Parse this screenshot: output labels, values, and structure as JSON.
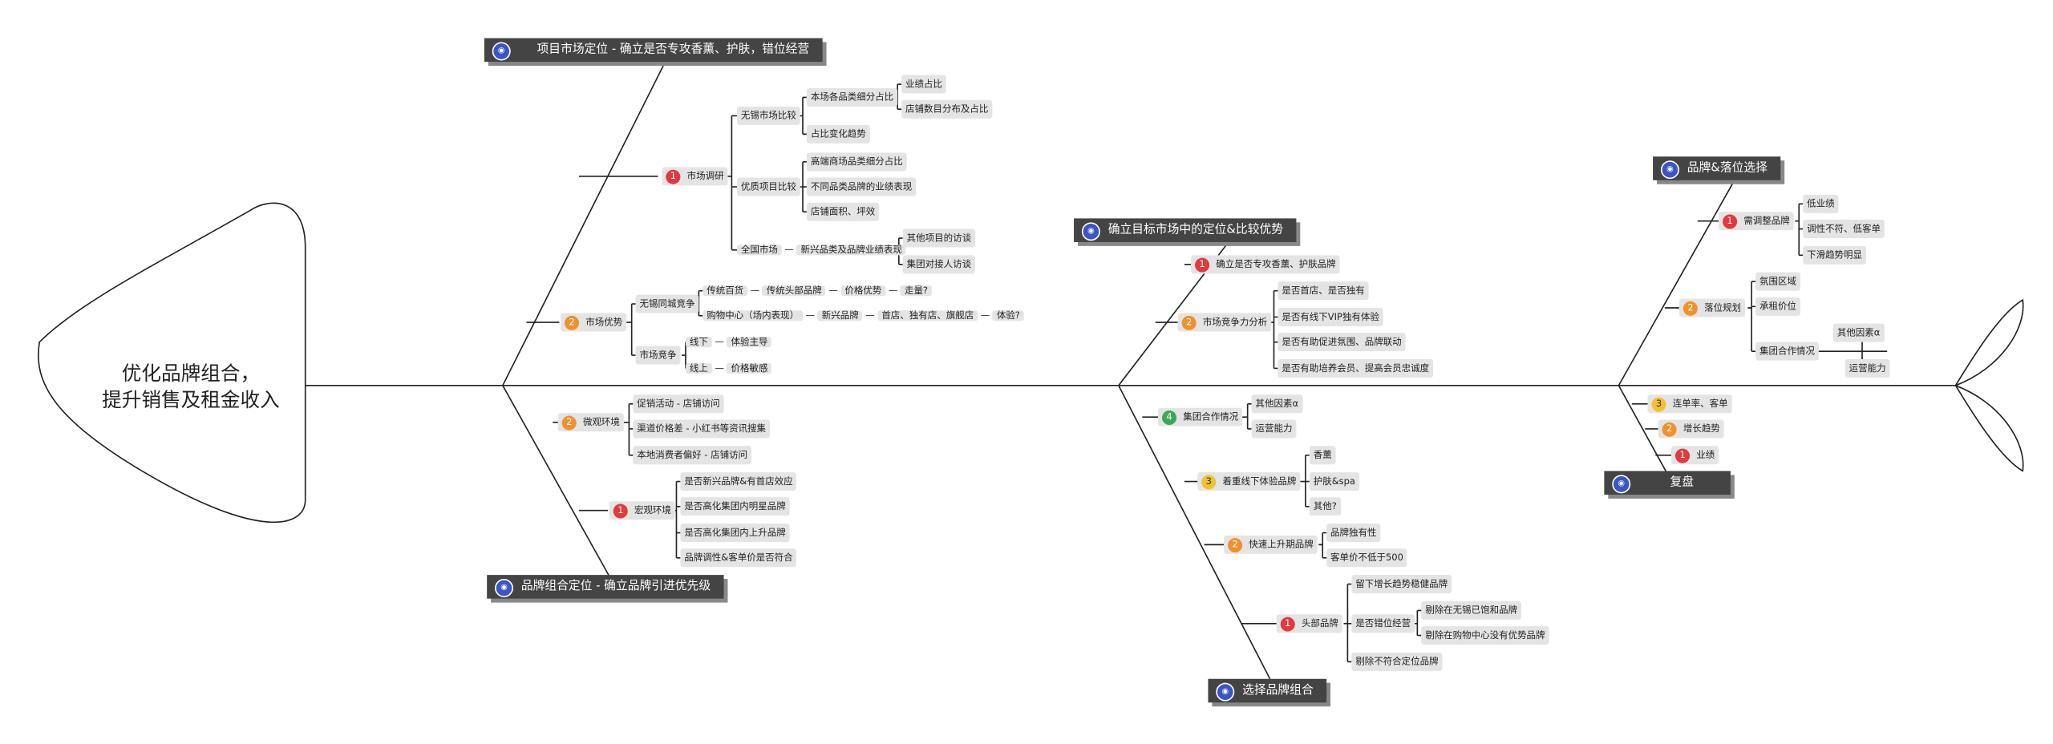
{
  "head": {
    "line1": "优化品牌组合，",
    "line2": "提升销售及租金收入"
  },
  "categories": {
    "c1": "项目市场定位 - 确立是否专攻香薰、护肤，错位经营",
    "c2": "品牌组合定位 - 确立品牌引进优先级",
    "c3": "确立目标市场中的定位&比较优势",
    "c4": "选择品牌组合",
    "c5": "品牌&落位选择",
    "c6": "复盘"
  },
  "c1": {
    "market_research": {
      "num": "1",
      "label": "市场调研"
    },
    "wuxi": "无锡市场比较",
    "local_share": "本场各品类细分占比",
    "perf_share": "业绩占比",
    "store_dist": "店铺数目分布及占比",
    "ratio_trend": "占比变化趋势",
    "quality": "优质项目比较",
    "high_end": "高端商场品类细分占比",
    "diff_brand": "不同品类品牌的业绩表现",
    "store_area": "店铺面积、坪效",
    "national": "全国市场",
    "new_category": "新兴品类及品牌业绩表现",
    "other_visit": "其他项目的访谈",
    "group_visit": "集团对接人访谈",
    "market_adv": {
      "num": "2",
      "label": "市场优势"
    },
    "wuxi_comp": "无锡同城竞争",
    "trad_dept": "传统百货",
    "trad_brand": "传统头部品牌",
    "price_adv": "价格优势",
    "walk": "走量?",
    "mall": "购物中心（场内表现）",
    "new_brand": "新兴品牌",
    "first_store": "首店、独有店、旗舰店",
    "experience": "体验?",
    "market_comp": "市场竞争",
    "offline": "线下",
    "exp_lead": "体验主导",
    "online": "线上",
    "price_sens": "价格敏感"
  },
  "c2": {
    "micro": {
      "num": "2",
      "label": "微观环境"
    },
    "promo": "促销活动 - 店铺访问",
    "channel": "渠道价格差 - 小红书等资讯搜集",
    "local_pref": "本地消费者偏好 - 店铺访问",
    "macro": {
      "num": "1",
      "label": "宏观环境"
    },
    "new_first": "是否新兴品牌&有首店效应",
    "star_brand": "是否高化集团内明星品牌",
    "rising": "是否高化集团内上升品牌",
    "tone": "品牌调性&客单价是否符合"
  },
  "c3": {
    "focus": {
      "num": "1",
      "label": "确立是否专攻香薰、护肤品牌"
    },
    "compete": {
      "num": "2",
      "label": "市场竞争力分析"
    },
    "first_only": "是否首店、是否独有",
    "vip": "是否有线下VIP独有体验",
    "atmos": "是否有助促进氛围、品牌联动",
    "member": "是否有助培养会员、提高会员忠诚度"
  },
  "c4": {
    "group": {
      "num": "4",
      "label": "集团合作情况"
    },
    "other_a": "其他因素α",
    "ops": "运营能力",
    "offline_exp": {
      "num": "3",
      "label": "着重线下体验品牌"
    },
    "fragrance": "香薰",
    "skincare": "护肤&spa",
    "others": "其他?",
    "fast_up": {
      "num": "2",
      "label": "快速上升期品牌"
    },
    "uniqueness": "品牌独有性",
    "aov": "客单价不低于500",
    "top": {
      "num": "1",
      "label": "头部品牌"
    },
    "keep": "留下增长趋势稳健品牌",
    "wrong_pos": "是否错位经营",
    "del_no_adv": "剔除在无锡已饱和品牌",
    "del_mall": "剔除在购物中心没有优势品牌",
    "del_nofit": "剔除不符合定位品牌"
  },
  "c5": {
    "adjust": {
      "num": "1",
      "label": "需调整品牌"
    },
    "low_perf": "低业绩",
    "tone_mismatch": "调性不符、低客单",
    "down": "下滑趋势明显",
    "placement": {
      "num": "2",
      "label": "落位规划"
    },
    "atmos_zone": "氛围区域",
    "rent": "承租价位",
    "group_coop": "集团合作情况",
    "other_a": "其他因素α",
    "ops": "运营能力"
  },
  "c6": {
    "conv": {
      "num": "3",
      "label": "连单率、客单"
    },
    "growth": {
      "num": "2",
      "label": "增长趋势"
    },
    "perf": {
      "num": "1",
      "label": "业绩"
    }
  },
  "colors": {
    "line": "#222222",
    "category_bg": "#444444",
    "pill_bg": "#e4e4e4",
    "red": "#e03a3e",
    "orange": "#f0912e",
    "yellow": "#f2c12e",
    "green": "#3aa85a"
  }
}
